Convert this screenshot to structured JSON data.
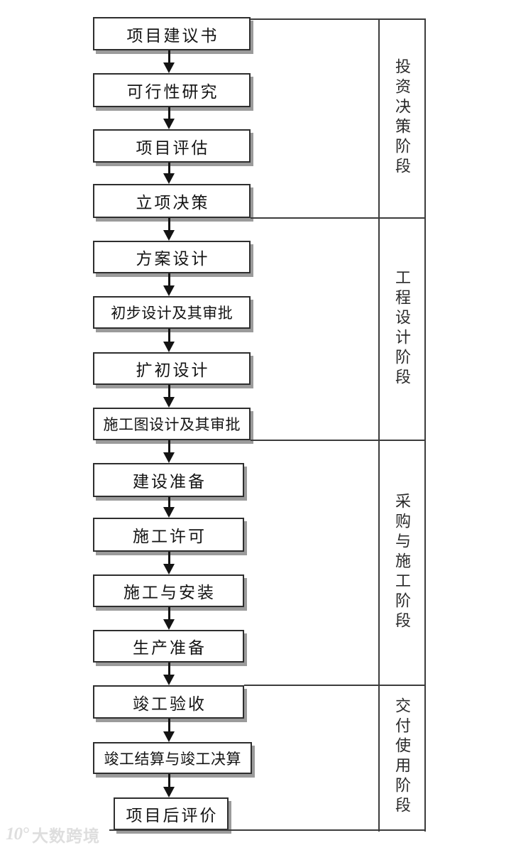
{
  "diagram": {
    "type": "flowchart",
    "steps": [
      {
        "label": "项目建议书",
        "phase": "投资决策阶段"
      },
      {
        "label": "可行性研究",
        "phase": "投资决策阶段"
      },
      {
        "label": "项目评估",
        "phase": "投资决策阶段"
      },
      {
        "label": "立项决策",
        "phase": "投资决策阶段"
      },
      {
        "label": "方案设计",
        "phase": "工程设计阶段"
      },
      {
        "label": "初步设计及其审批",
        "phase": "工程设计阶段"
      },
      {
        "label": "扩初设计",
        "phase": "工程设计阶段"
      },
      {
        "label": "施工图设计及其审批",
        "phase": "工程设计阶段"
      },
      {
        "label": "建设准备",
        "phase": "采购与施工阶段"
      },
      {
        "label": "施工许可",
        "phase": "采购与施工阶段"
      },
      {
        "label": "施工与安装",
        "phase": "采购与施工阶段"
      },
      {
        "label": "生产准备",
        "phase": "采购与施工阶段"
      },
      {
        "label": "竣工验收",
        "phase": "交付使用阶段"
      },
      {
        "label": "竣工结算与竣工决算",
        "phase": "交付使用阶段"
      },
      {
        "label": "项目后评价",
        "phase": "交付使用阶段"
      }
    ],
    "phases": [
      {
        "label": "投资决策阶段"
      },
      {
        "label": "工程设计阶段"
      },
      {
        "label": "采购与施工阶段"
      },
      {
        "label": "交付使用阶段"
      }
    ],
    "flow_direction": "top-to-bottom",
    "colors": {
      "background": "#ffffff",
      "box_border": "#2e2e2e",
      "box_shadow": "#9b9b9b",
      "bracket_line": "#3c3c3c",
      "arrow": "#141414",
      "text": "#141414",
      "watermark": "#dedede"
    }
  },
  "watermark": {
    "logo": "10°",
    "text": "大数跨境"
  }
}
